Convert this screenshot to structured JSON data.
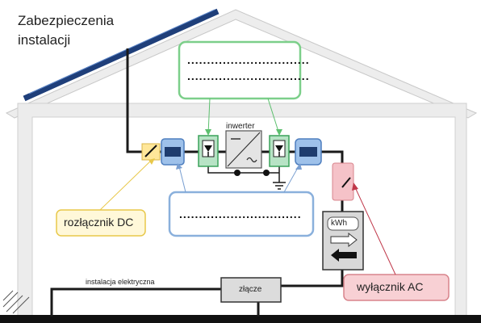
{
  "title": {
    "line1": "Zabezpieczenia",
    "line2": "instalacji"
  },
  "labels": {
    "inverter": "inwerter",
    "dc_switch": "rozłącznik DC",
    "ac_breaker": "wyłącznik AC",
    "meter_unit": "kWh",
    "installation": "instalacja elektryczna",
    "connection": "złącze"
  },
  "blanks": {
    "top_box_line1": "...............................",
    "top_box_line2": "...............................",
    "middle_box": "..............................."
  },
  "colors": {
    "roof_panel": "#1f3f7a",
    "surge_protector": "#b7e3c5",
    "surge_border": "#3aa25a",
    "fuse_block": "#4f7fbf",
    "dc_label_border": "#e8c84a",
    "dc_label_fill": "#fff8d9",
    "ac_label_fill": "#f8d0d4",
    "ac_label_border": "#d8848c",
    "top_box_border": "#7ccf8a",
    "middle_box_border": "#8ab0dc"
  }
}
